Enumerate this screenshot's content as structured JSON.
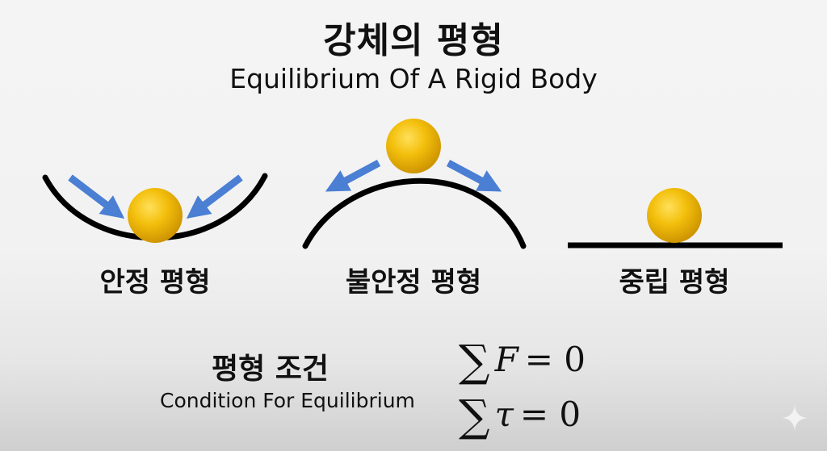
{
  "title": {
    "korean": "강체의 평형",
    "english": "Equilibrium Of A Rigid Body"
  },
  "panels": [
    {
      "id": "stable",
      "label": "안정 평형",
      "surface": "concave-bowl",
      "arrows": "toward-center"
    },
    {
      "id": "unstable",
      "label": "불안정 평형",
      "surface": "convex-hill",
      "arrows": "away-from-center"
    },
    {
      "id": "neutral",
      "label": "중립 평형",
      "surface": "flat-line",
      "arrows": "none"
    }
  ],
  "conditions": {
    "korean": "평형 조건",
    "english": "Condition For Equilibrium",
    "equations": [
      {
        "sigma": "∑",
        "variable": "F",
        "rest": "= 0"
      },
      {
        "sigma": "∑",
        "variable": "τ",
        "rest": "= 0"
      }
    ]
  },
  "icons": {
    "sparkle": "sparkle-icon"
  },
  "colors": {
    "ball": "#f0b800",
    "arrow": "#4a7fd4",
    "surface": "#000000",
    "text": "#111111"
  }
}
